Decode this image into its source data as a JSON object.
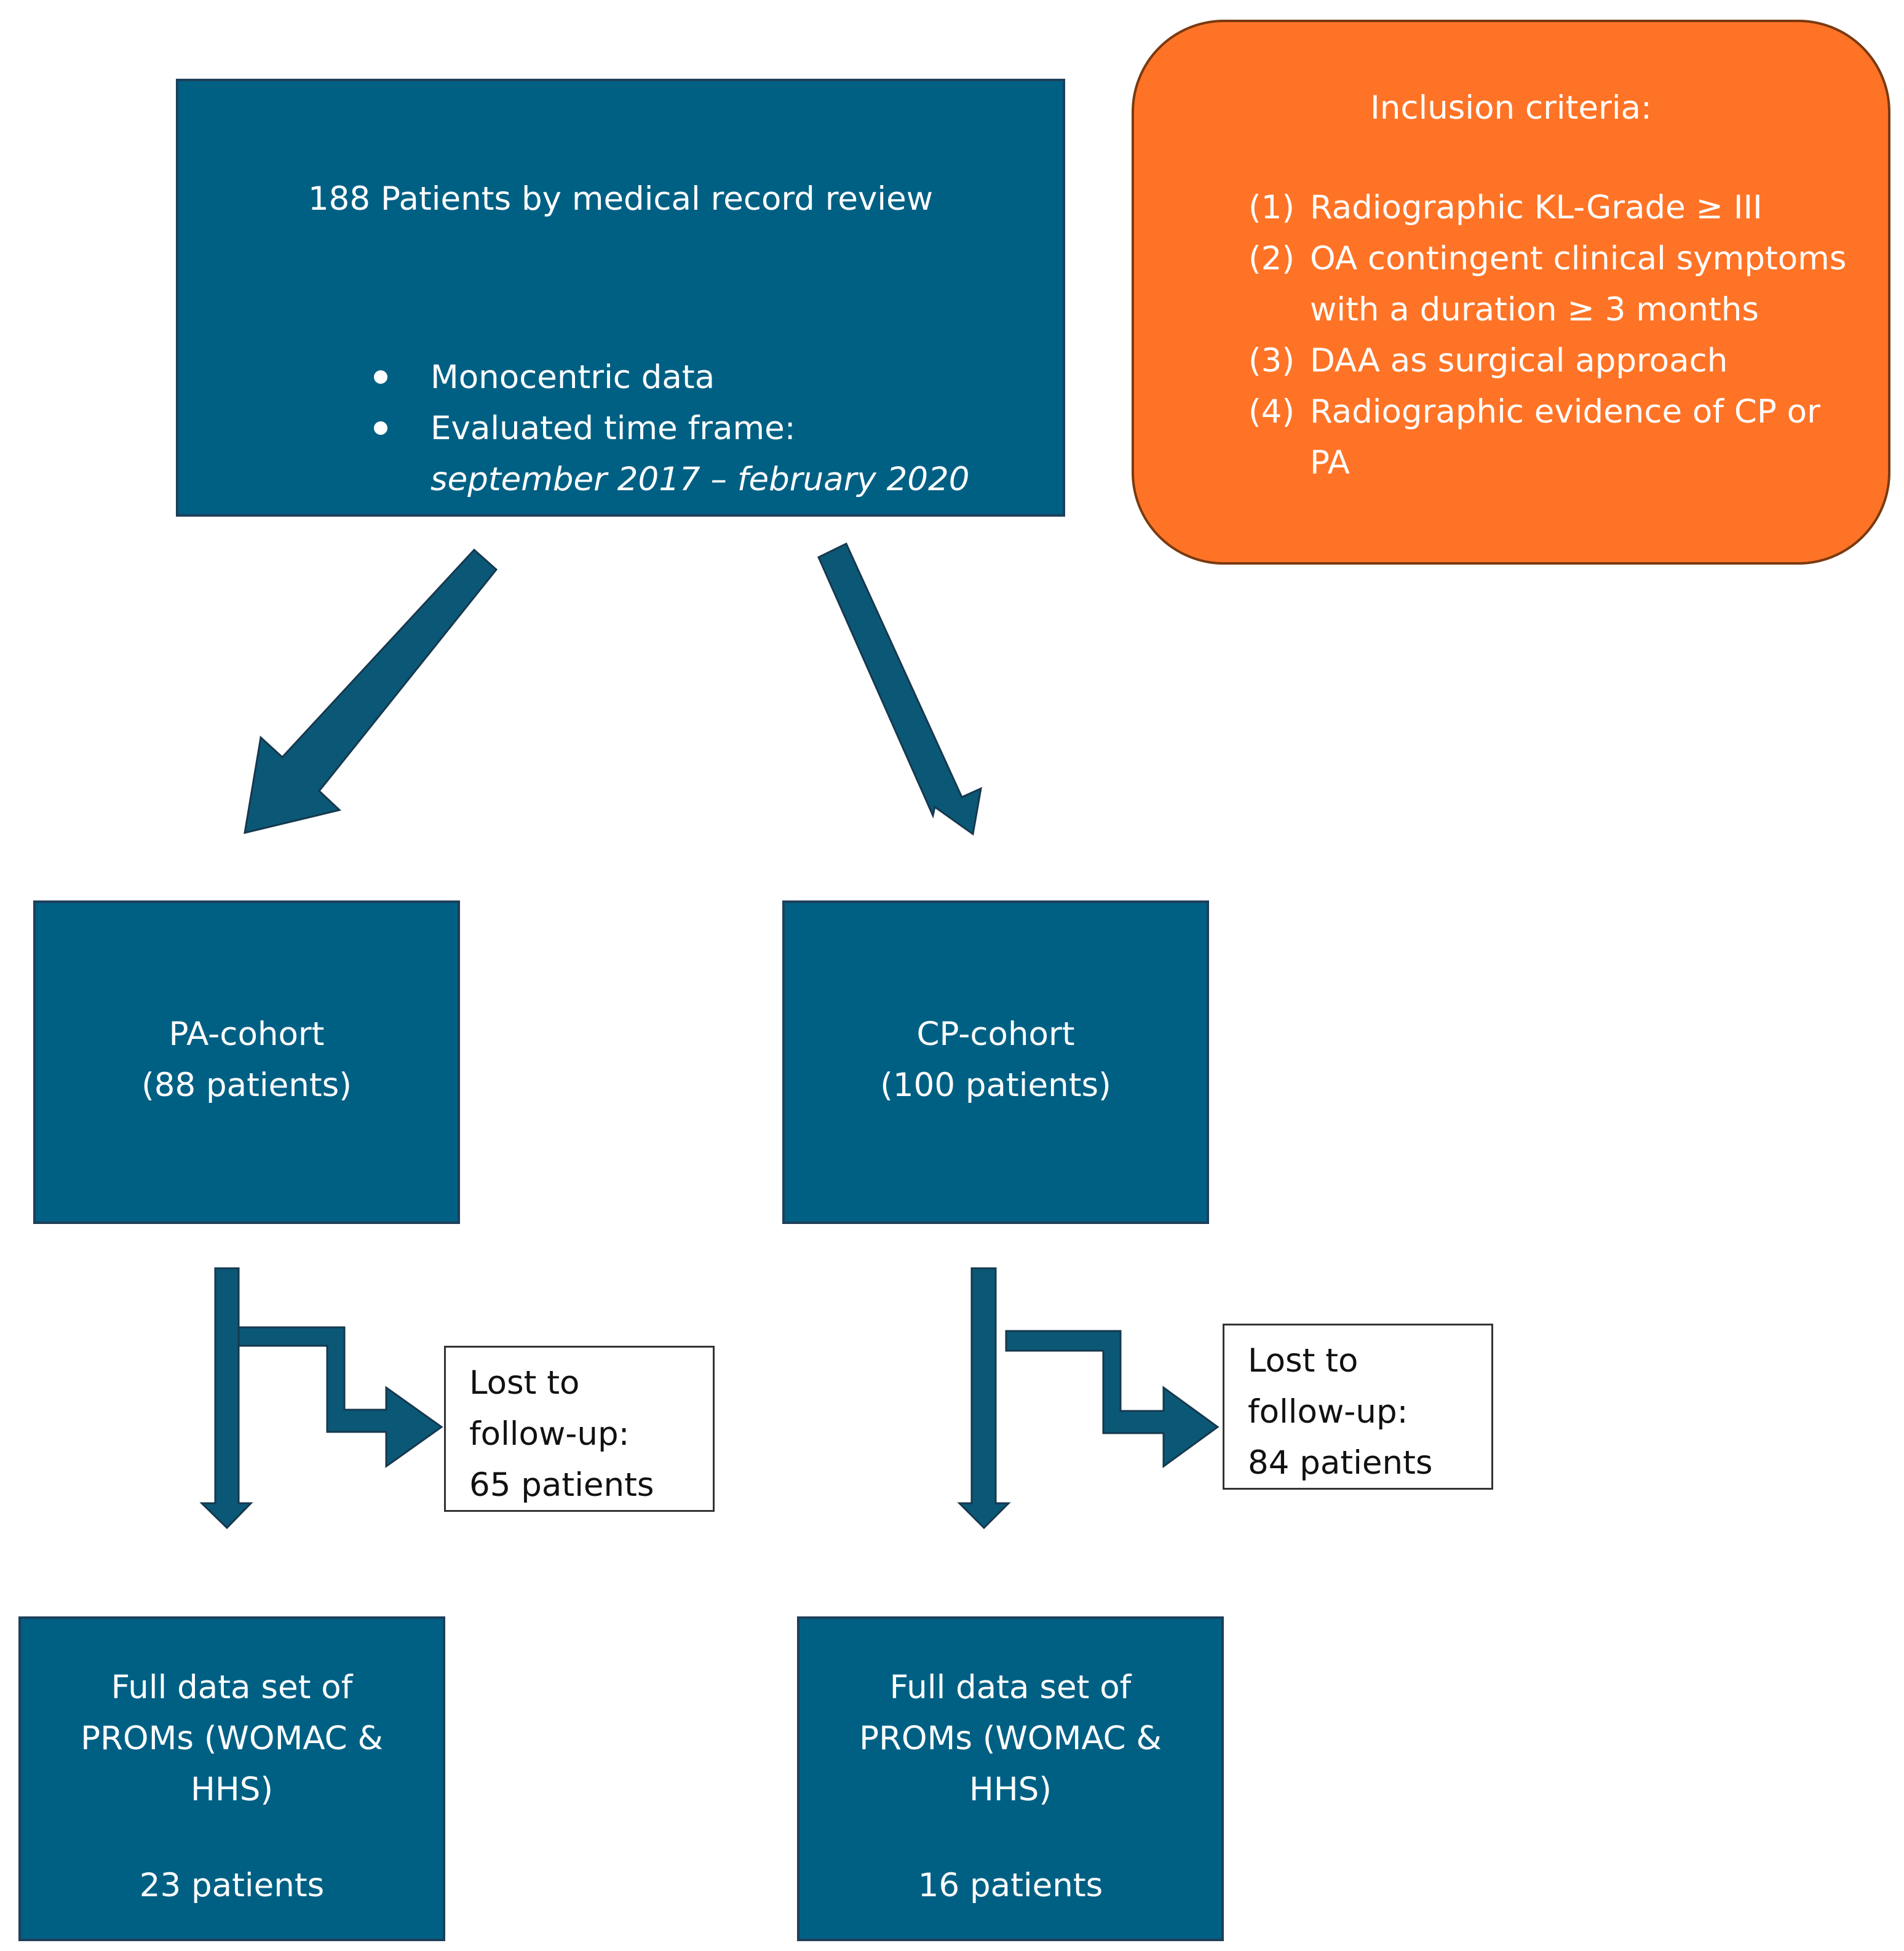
{
  "top_box": {
    "title": "188 Patients by medical record review",
    "bullet_1": "Monocentric data",
    "bullet_2": "Evaluated time frame:",
    "bullet_2_detail": "september 2017 – february 2020"
  },
  "inclusion": {
    "heading": "Inclusion criteria:",
    "items": [
      {
        "num": "(1)",
        "text": "Radiographic KL-Grade ≥ III"
      },
      {
        "num": "(2)",
        "text": "OA contingent clinical symptoms with a duration ≥ 3 months"
      },
      {
        "num": "(3)",
        "text": "DAA as surgical approach"
      },
      {
        "num": "(4)",
        "text": "Radiographic evidence of CP or PA"
      }
    ]
  },
  "pa_cohort": {
    "name": "PA-cohort",
    "count": "(88 patients)"
  },
  "cp_cohort": {
    "name": "CP-cohort",
    "count": "(100 patients)"
  },
  "pa_lost": {
    "line1": "Lost to",
    "line2": "follow-up:",
    "line3": "65 patients"
  },
  "cp_lost": {
    "line1": "Lost to",
    "line2": "follow-up:",
    "line3": "84 patients"
  },
  "pa_full": {
    "line1": "Full data set of",
    "line2": "PROMs (WOMAC &",
    "line3": "HHS)",
    "count": "23 patients"
  },
  "cp_full": {
    "line1": "Full data set of",
    "line2": "PROMs (WOMAC &",
    "line3": "HHS)",
    "count": "16 patients"
  },
  "colors": {
    "box_fill": "#006084",
    "criteria_fill": "#ff7326",
    "arrow": "#0b5876"
  }
}
